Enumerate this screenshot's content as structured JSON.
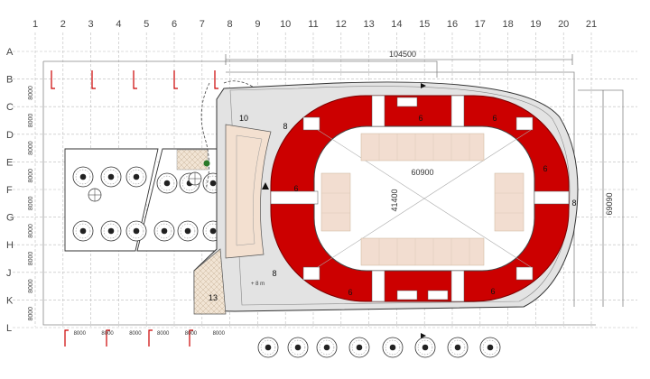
{
  "grid": {
    "columns": [
      "1",
      "2",
      "3",
      "4",
      "5",
      "6",
      "7",
      "8",
      "9",
      "10",
      "11",
      "12",
      "13",
      "14",
      "15",
      "16",
      "17",
      "18",
      "19",
      "20",
      "21"
    ],
    "rows": [
      "A",
      "B",
      "C",
      "D",
      "E",
      "F",
      "G",
      "H",
      "J",
      "K",
      "L"
    ],
    "row_spacing_labels": [
      "8000",
      "8000",
      "8000",
      "8000",
      "8000",
      "8000",
      "8000",
      "8000",
      "8000"
    ],
    "bottom_spacing_labels": [
      "8000",
      "8000",
      "8000",
      "8000",
      "8000",
      "8000"
    ]
  },
  "dimensions": {
    "overall_length": "104500",
    "overall_width": "69090",
    "field_length": "60900",
    "field_width": "41400"
  },
  "rooms": [
    {
      "id": "10",
      "label": "10"
    },
    {
      "id": "8-nw",
      "label": "8"
    },
    {
      "id": "6-top",
      "label": "6"
    },
    {
      "id": "6-top-right",
      "label": "6"
    },
    {
      "id": "6-west",
      "label": "6"
    },
    {
      "id": "6-east",
      "label": "6"
    },
    {
      "id": "8-east",
      "label": "8"
    },
    {
      "id": "6-bottom",
      "label": "6"
    },
    {
      "id": "6-bottom-right",
      "label": "6"
    },
    {
      "id": "8-sw",
      "label": "8"
    },
    {
      "id": "13",
      "label": "13"
    }
  ],
  "level_note": "+ 8 m",
  "colors": {
    "seating": "#cc0000",
    "concourse": "#e4e4e4",
    "courts": "#f2ddd0",
    "ramp": "#f3e3d6",
    "grid": "#bbbbbb"
  }
}
